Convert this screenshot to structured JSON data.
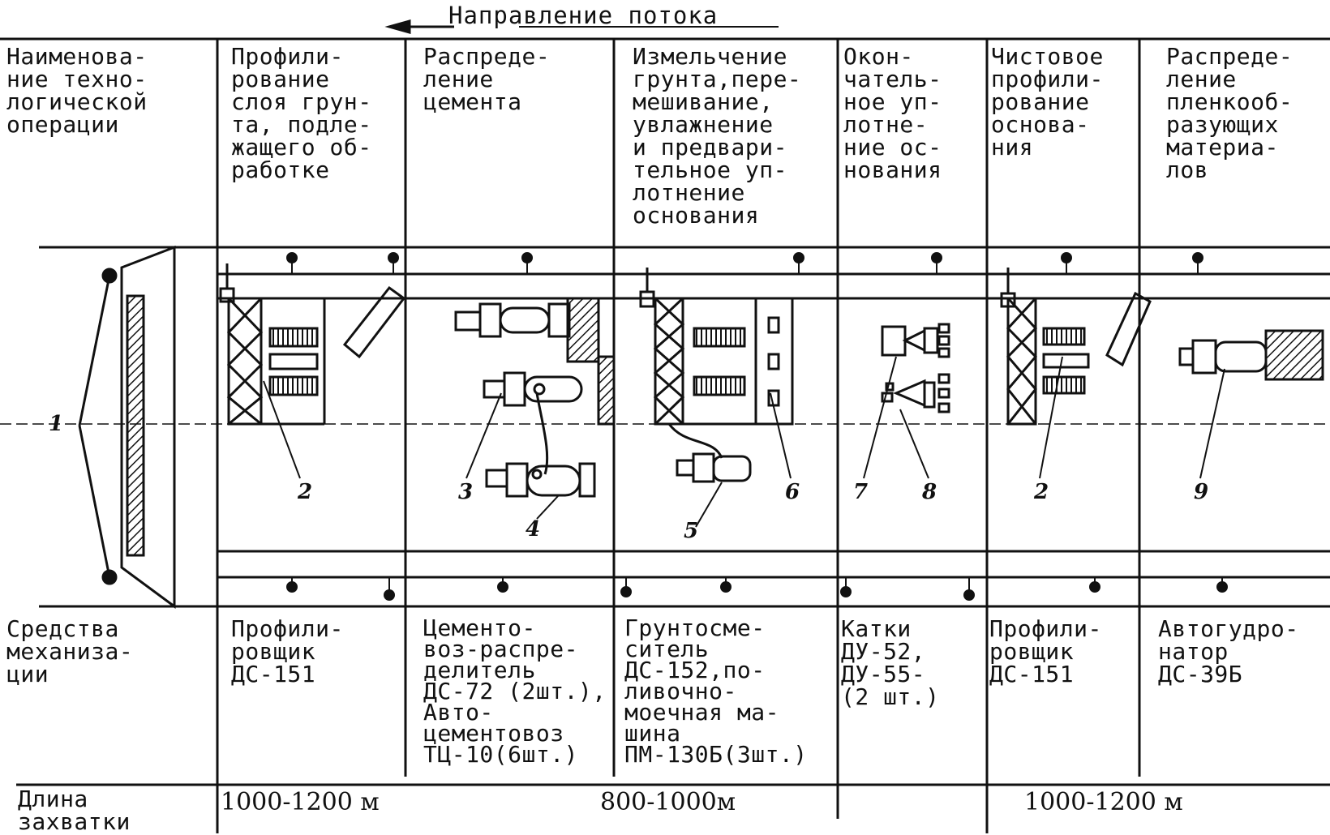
{
  "title": "Направление потока",
  "row_labels": {
    "operation": "Наименова-\nние техно-\nлогической\nоперации",
    "mechanization": "Средства\nмеханиза-\nции",
    "length": "Длина\nзахватки"
  },
  "operations": [
    "Профили-\nрование\nслоя грун-\nта, подле-\nжащего об-\nработке",
    "Распреде-\nление\nцемента",
    "Измельчение\nгрунта,пере-\nмешивание,\nувлажнение\nи предвари-\nтельное уп-\nлотнение\nоснования",
    "Окон-\nчатель-\nное уп-\nлотне-\nние ос-\nнования",
    "Чистовое\nпрофили-\nрование\nоснова-\nния",
    "Распреде-\nление\nпленкооб-\nразующих\nматериа-\nлов"
  ],
  "mechanization": [
    "Профили-\nровщик\nДС-151",
    "Цементо-\nвоз-распре-\nделитель\nДС-72 (2шт.),\nАвто-\nцементовоз\nТЦ-10(6шт.)",
    "Грунтосме-\nситель\nДС-152,по-\nливочно-\nмоечная ма-\nшина\nПМ-130Б(3шт.)",
    "Катки\nДУ-52,\nДУ-55-\n(2 шт.)",
    "Профили-\nровщик\nДС-151",
    "Автогудро-\nнатор\nДС-39Б"
  ],
  "lengths": [
    "1000-1200 м",
    "800-1000м",
    "1000-1200 м"
  ],
  "callouts": [
    "1",
    "2",
    "3",
    "4",
    "5",
    "6",
    "7",
    "8",
    "2",
    "9"
  ]
}
